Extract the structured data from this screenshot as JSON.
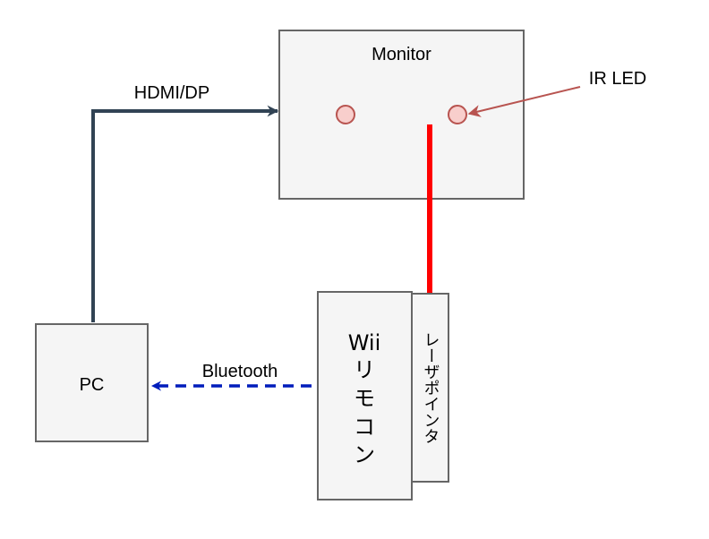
{
  "colors": {
    "box_fill": "#f5f5f5",
    "box_stroke": "#666666",
    "led_fill": "#f8cecc",
    "led_stroke": "#b85450",
    "hdmi_edge": "#314354",
    "bluetooth_edge": "#001dbc",
    "ir_edge": "#b85450",
    "laser_beam": "#ff0000"
  },
  "monitor": {
    "label": "Monitor"
  },
  "ir_led": {
    "label": "IR LED"
  },
  "pc": {
    "label": "PC"
  },
  "wii_remote": {
    "label_line1": "Wii",
    "label_line2": "リ",
    "label_line3": "モ",
    "label_line4": "コ",
    "label_line5": "ン"
  },
  "laser_pointer": {
    "label": "レーザポインタ"
  },
  "edges": {
    "hdmi_label": "HDMI/DP",
    "bluetooth_label": "Bluetooth"
  }
}
